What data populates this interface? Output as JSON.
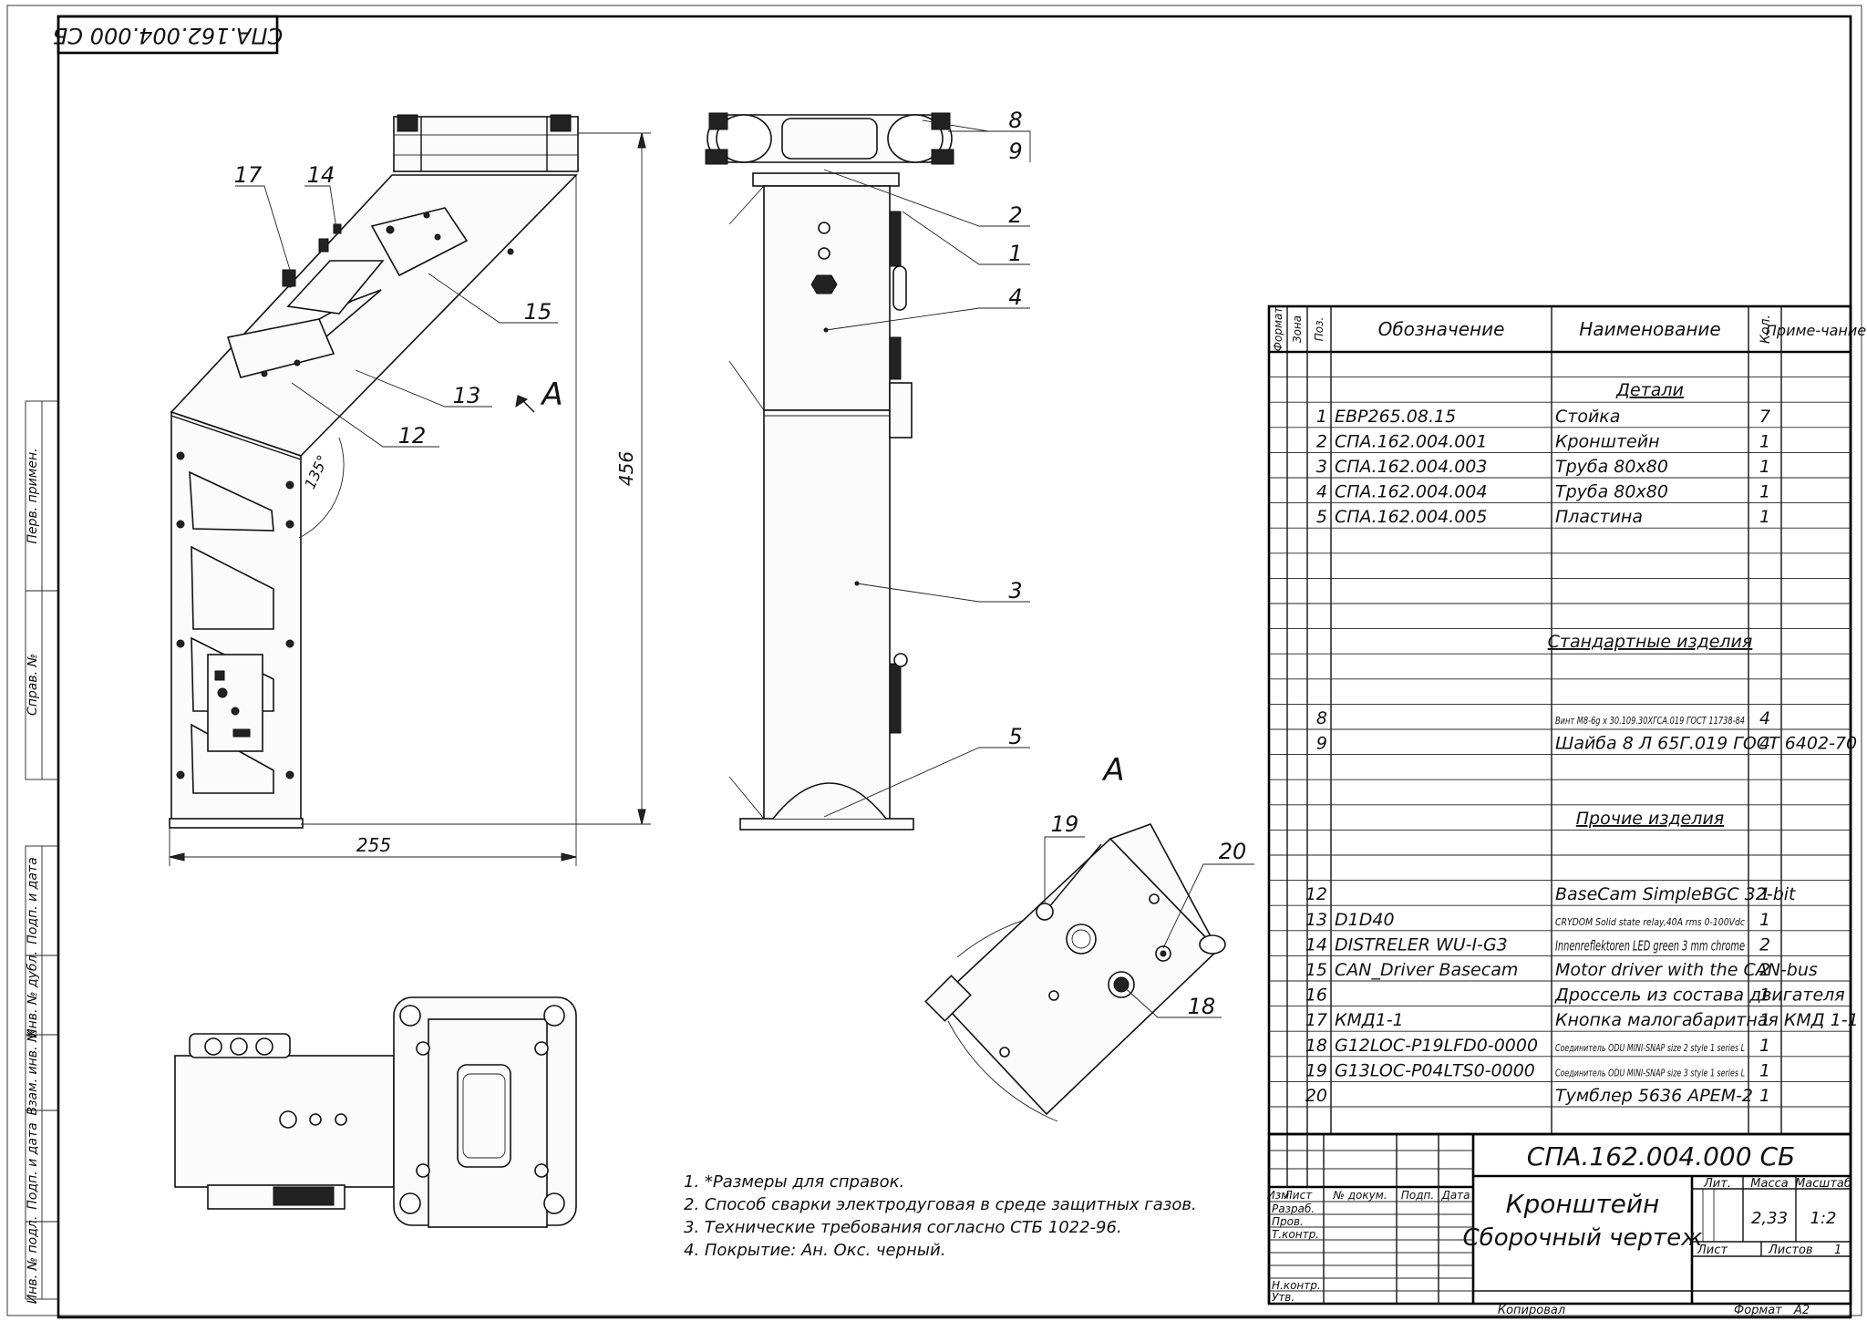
{
  "stamp_code_rotated": "СПА.162.004.000 СБ",
  "side_labels": [
    "Перв. примен.",
    "Справ. №",
    "Подп. и дата",
    "Инв. № дубл.",
    "Взам. инв. №",
    "Подп. и дата",
    "Инв. № подл."
  ],
  "callouts": {
    "c17": "17",
    "c14": "14",
    "c15": "15",
    "c13": "13",
    "c12": "12",
    "c8": "8",
    "c9": "9",
    "c2": "2",
    "c1": "1",
    "c4": "4",
    "c3": "3",
    "c5": "5",
    "c19": "19",
    "c20": "20",
    "c18": "18"
  },
  "view_arrow_label": "A",
  "view_detail_label": "A",
  "dimensions": {
    "height": "456",
    "width": "255",
    "angle": "135°"
  },
  "notes": [
    "1. *Размеры для справок.",
    "2. Способ сварки электродуговая в среде защитных газов.",
    "3. Технические требования согласно СТБ 1022-96.",
    "4. Покрытие: Ан. Окс. черный."
  ],
  "spec": {
    "headers": {
      "format": "Формат",
      "zone": "Зона",
      "pos": "Поз.",
      "designation": "Обозначение",
      "name": "Наименование",
      "qty": "Кол.",
      "note": "Приме-чание"
    },
    "sections": {
      "details": "Детали",
      "standard": "Стандартные изделия",
      "other": "Прочие изделия"
    },
    "rows": [
      {
        "pos": "1",
        "designation": "EBP265.08.15",
        "name": "Стойка",
        "qty": "7"
      },
      {
        "pos": "2",
        "designation": "СПА.162.004.001",
        "name": "Кронштейн",
        "qty": "1"
      },
      {
        "pos": "3",
        "designation": "СПА.162.004.003",
        "name": "Труба 80х80",
        "qty": "1"
      },
      {
        "pos": "4",
        "designation": "СПА.162.004.004",
        "name": "Труба 80х80",
        "qty": "1"
      },
      {
        "pos": "5",
        "designation": "СПА.162.004.005",
        "name": "Пластина",
        "qty": "1"
      },
      {
        "pos": "8",
        "designation": "",
        "name": "Винт М8-6g х 30.109.30ХГСА.019 ГОСТ 11738-84",
        "qty": "4"
      },
      {
        "pos": "9",
        "designation": "",
        "name": "Шайба 8 Л 65Г.019 ГОСТ 6402-70",
        "qty": "4"
      },
      {
        "pos": "12",
        "designation": "",
        "name": "BaseCam SimpleBGC 32-bit",
        "qty": "1"
      },
      {
        "pos": "13",
        "designation": "D1D40",
        "name": "CRYDOM Solid state relay,40A rms 0-100Vdc",
        "qty": "1"
      },
      {
        "pos": "14",
        "designation": "DISTRELER WU-I-G3",
        "name": "Innenreflektoren LED green 3 mm chrome",
        "qty": "2"
      },
      {
        "pos": "15",
        "designation": "CAN_Driver  Basecam",
        "name": "Motor driver with the CAN-bus",
        "qty": "2"
      },
      {
        "pos": "16",
        "designation": "",
        "name": "Дроссель из состава двигателя",
        "qty": "1"
      },
      {
        "pos": "17",
        "designation": "КМД1-1",
        "name": "Кнопка малогабаритная КМД 1-1",
        "qty": "1"
      },
      {
        "pos": "18",
        "designation": "G12LOC-P19LFD0-0000",
        "name": "Соединитель ODU MINI-SNAP size 2 style 1 series L",
        "qty": "1"
      },
      {
        "pos": "19",
        "designation": "G13LOC-P04LTS0-0000",
        "name": "Соединитель ODU MINI-SNAP size 3 style 1 series L",
        "qty": "1"
      },
      {
        "pos": "20",
        "designation": "",
        "name": "Тумблер 5636 АРЕМ-2",
        "qty": "1"
      }
    ]
  },
  "title_block": {
    "code": "СПА.162.004.000 СБ",
    "title_line1": "Кронштейн",
    "title_line2": "Сборочный чертеж",
    "col_labels": [
      "Изм",
      "Лист",
      "№ докум.",
      "Подп.",
      "Дата"
    ],
    "row_labels": [
      "Разраб.",
      "Пров.",
      "Т.контр.",
      "Н.контр.",
      "Утв."
    ],
    "lit_label": "Лит.",
    "mass_label": "Масса",
    "scale_label": "Масштаб",
    "mass": "2,33",
    "scale": "1:2",
    "sheet_label": "Лист",
    "sheets_label": "Листов",
    "sheets": "1",
    "copied": "Копировал",
    "format_label": "Формат",
    "format": "А2"
  }
}
